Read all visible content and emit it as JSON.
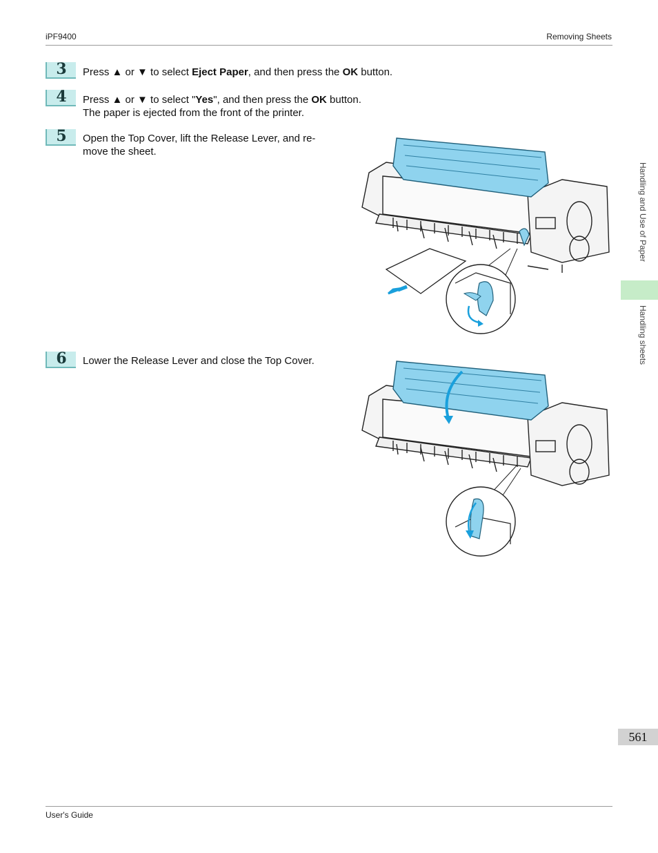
{
  "header": {
    "left": "iPF9400",
    "right": "Removing Sheets"
  },
  "footer": {
    "text": "User's Guide"
  },
  "side_tabs": {
    "chapter": "Handling and Use of Paper",
    "section": "Handling sheets"
  },
  "page_number": "561",
  "steps": [
    {
      "number": "3",
      "t1": "Press ▲ or ▼ to select ",
      "b1": "Eject Paper",
      "t2": ", and then press the ",
      "b2": "OK",
      "t3": " button."
    },
    {
      "number": "4",
      "t1": "Press ▲ or ▼ to select \"",
      "b1": "Yes",
      "t2": "\", and then press the ",
      "b2": "OK",
      "t3": " button.",
      "line2": "The paper is ejected from the front of the printer."
    },
    {
      "number": "5",
      "line1": "Open the Top Cover, lift the Release Lever, and re-",
      "line2": "move the sheet."
    },
    {
      "number": "6",
      "line1": "Lower the Release Lever and close the Top Cover."
    }
  ],
  "colors": {
    "accent_cyan": "#8fd3ee",
    "badge_fill": "#c8ecec",
    "side_tab_active": "#c6ecc8",
    "arrow_blue": "#1aa0dc"
  }
}
